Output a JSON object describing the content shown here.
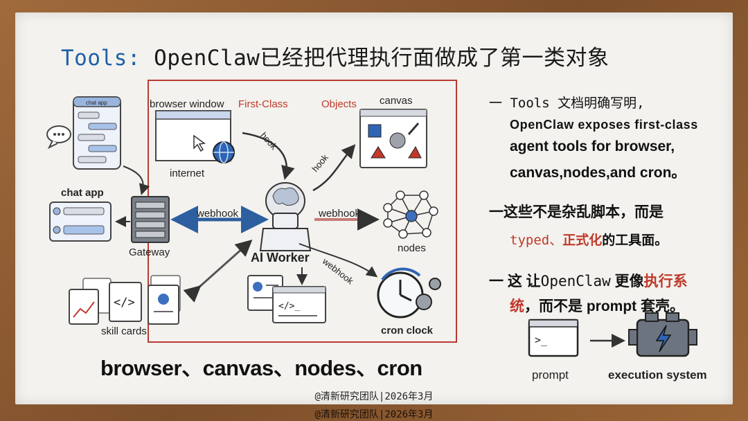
{
  "title": {
    "keyword": "Tools:",
    "rest": " OpenClaw已经把代理执行面做成了第一类对象"
  },
  "diagram": {
    "labels": {
      "browser_window": "browser window",
      "first_class": "First-Class",
      "objects": "Objects",
      "canvas": "canvas",
      "internet": "internet",
      "hook_1": "hook",
      "hook_2": "hook",
      "chat_app_small": "chat app",
      "chat_app": "chat app",
      "webhook_left": "webhook",
      "webhook_right": "webhook",
      "webhook_diag": "webhook",
      "gateway": "Gateway",
      "nodes": "nodes",
      "ai_worker": "AI Worker",
      "skill_cards": "skill  cards",
      "cron_clock": "cron clock",
      "prompt": "prompt",
      "execution_system": "execution system"
    },
    "caption": "browser、canvas、nodes、cron"
  },
  "bullets": {
    "b1_line1": "一 Tools 文档明确写明,",
    "b1_line2": "OpenClaw exposes first-class",
    "b1_line3": "agent tools for browser,",
    "b1_line4": "canvas,nodes,and cron。",
    "b2_line1": "一这些不是杂乱脚本，而是",
    "b2_typed": "typed、",
    "b2_formal": "正式化",
    "b2_rest": "的工具面。",
    "b3_prefix": "一 这 让",
    "b3_openclaw": "OpenClaw",
    "b3_mid": " 更像",
    "b3_exec": "执行系",
    "b3_line2_red": "统",
    "b3_line2_rest": "，而不是 prompt 套壳。"
  },
  "footer": {
    "line1": "@清新研究团队|2026年3月",
    "line2": "@清新研究团队|2026年3月"
  },
  "colors": {
    "accent_red": "#c0392b",
    "accent_blue": "#1f5fa6",
    "frame_wood": "#8a5a34"
  }
}
